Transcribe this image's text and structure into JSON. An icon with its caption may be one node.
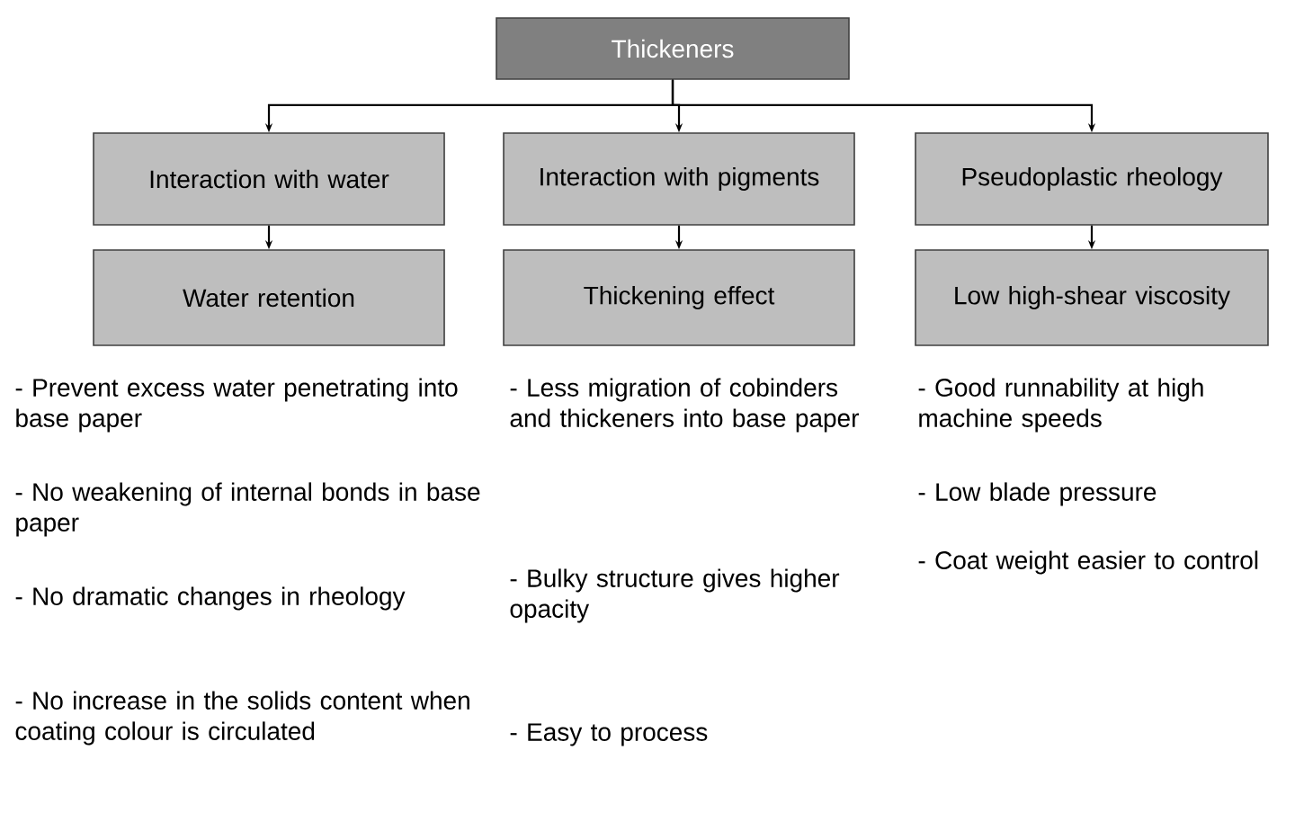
{
  "diagram": {
    "nodes": [
      {
        "text": [
          "Thickeners"
        ]
      },
      {
        "text": [
          "Interaction with water"
        ]
      },
      {
        "text": [
          "Interaction with pigments"
        ]
      },
      {
        "text": [
          "Pseudoplastic rheology"
        ]
      },
      {
        "text": [
          "Water retention"
        ]
      },
      {
        "text": [
          "Thickening effect"
        ]
      },
      {
        "text": [
          "Low high-shear viscosity"
        ]
      }
    ],
    "edges": [
      {
        "from": 0,
        "to": 1,
        "arrow": "to"
      },
      {
        "from": 0,
        "to": 2,
        "arrow": "to"
      },
      {
        "from": 0,
        "to": 3,
        "arrow": "to"
      },
      {
        "from": 1,
        "to": 4,
        "arrow": "to"
      },
      {
        "from": 2,
        "to": 5,
        "arrow": "to"
      },
      {
        "from": 3,
        "to": 6,
        "arrow": "to"
      }
    ],
    "labels": [
      "- Prevent excess water penetrating into base paper",
      "- No weakening of internal bonds in base paper",
      "- No dramatic changes in rheology",
      "- No increase in the solids content when coating colour is circulated",
      "- Less migration of cobinders and thickeners into base paper",
      "- Bulky structure gives higher opacity",
      "- Easy to process",
      "- Good runnability at high machine speeds",
      "- Low blade pressure",
      "- Coat weight easier to control"
    ]
  }
}
